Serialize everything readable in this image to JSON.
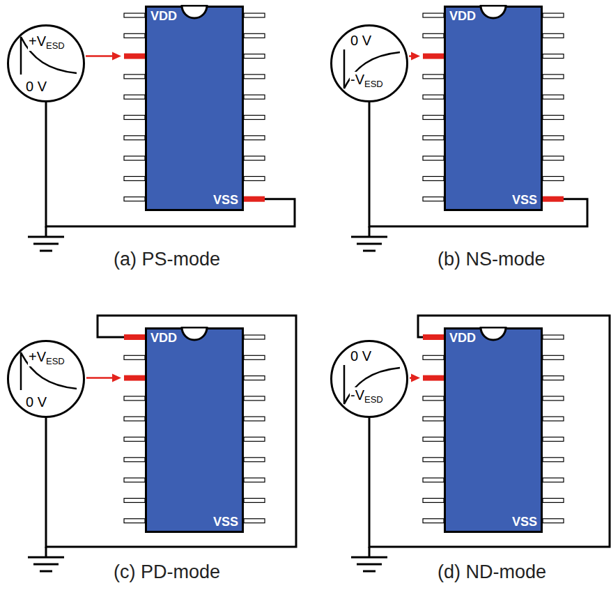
{
  "diagram": {
    "nodes": [
      {
        "text": [
          "+VESD",
          "0 V"
        ]
      },
      {
        "text": [
          "VDD",
          "VSS"
        ]
      },
      {
        "text": [
          "0 V",
          "-VESD"
        ]
      },
      {
        "text": [
          "VDD",
          "VSS"
        ]
      },
      {
        "text": [
          "+VESD",
          "0 V"
        ]
      },
      {
        "text": [
          "VDD",
          "VSS"
        ]
      },
      {
        "text": [
          "0 V",
          "-VESD"
        ]
      },
      {
        "text": [
          "VDD",
          "VSS"
        ]
      }
    ],
    "edges": [
      {
        "from": 0,
        "to": 1,
        "arrow": "to"
      },
      {
        "from": 0,
        "to": 1,
        "arrow": "none"
      },
      {
        "from": 2,
        "to": 3,
        "arrow": "to"
      },
      {
        "from": 2,
        "to": 3,
        "arrow": "none"
      },
      {
        "from": 4,
        "to": 5,
        "arrow": "to"
      },
      {
        "from": 4,
        "to": 5,
        "arrow": "none"
      },
      {
        "from": 6,
        "to": 7,
        "arrow": "to"
      },
      {
        "from": 6,
        "to": 7,
        "arrow": "none"
      }
    ],
    "labels": [
      "(a) PS-mode",
      "(b) NS-mode",
      "(c) PD-mode",
      "(d) ND-mode"
    ]
  }
}
